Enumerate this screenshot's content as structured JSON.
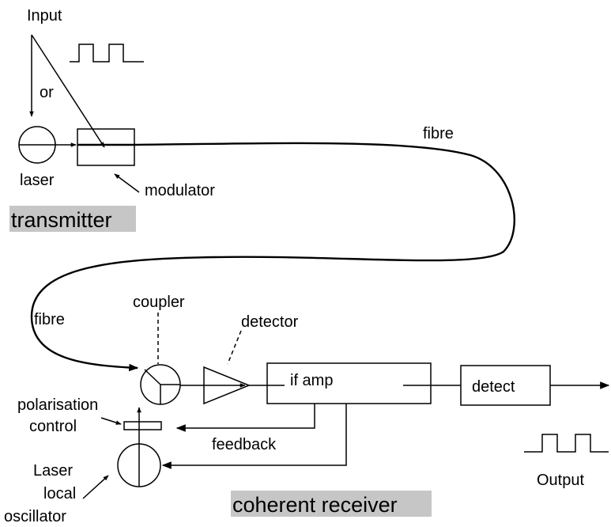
{
  "labels": {
    "input": "Input",
    "or": "or",
    "laser": "laser",
    "modulator": "modulator",
    "transmitter": "transmitter",
    "fibre_top": "fibre",
    "fibre_left": "fibre",
    "coupler": "coupler",
    "detector": "detector",
    "if_amp": "if amp",
    "detect": "detect",
    "polarisation": "polarisation",
    "control": "control",
    "feedback": "feedback",
    "output": "Output",
    "laser_lo_1": "Laser",
    "laser_lo_2": "local",
    "laser_lo_3": "oscillator",
    "coherent_receiver": "coherent receiver"
  },
  "colors": {
    "highlight": "#c6c6c6",
    "line": "#000000"
  }
}
